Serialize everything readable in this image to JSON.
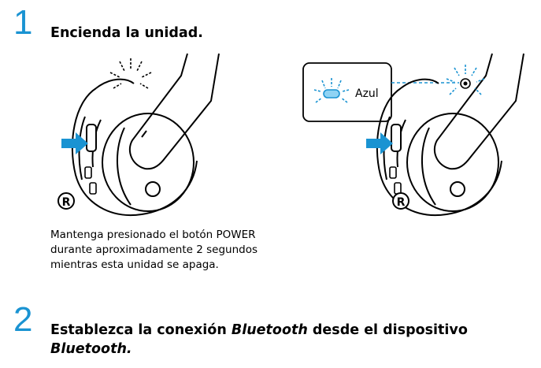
{
  "step1": {
    "number": "1",
    "title": "Encienda la unidad.",
    "caption_lines": [
      "Mantenga presionado el botón POWER",
      "durante aproximadamente 2 segundos",
      "mientras esta unidad se apaga."
    ],
    "left_figure": {
      "side_marker": "R"
    },
    "right_figure": {
      "side_marker": "R",
      "indicator_label": "Azul"
    }
  },
  "step2": {
    "number": "2",
    "title_parts": [
      "Establezca la conexión ",
      "Bluetooth",
      " desde el dispositivo"
    ],
    "title_line2": "Bluetooth."
  },
  "colors": {
    "accent": "#1a93d2",
    "indicator": "#1a93d2"
  },
  "icons": [
    "press-arrow-icon",
    "indicator-blink-icon",
    "led-indicator-icon"
  ]
}
